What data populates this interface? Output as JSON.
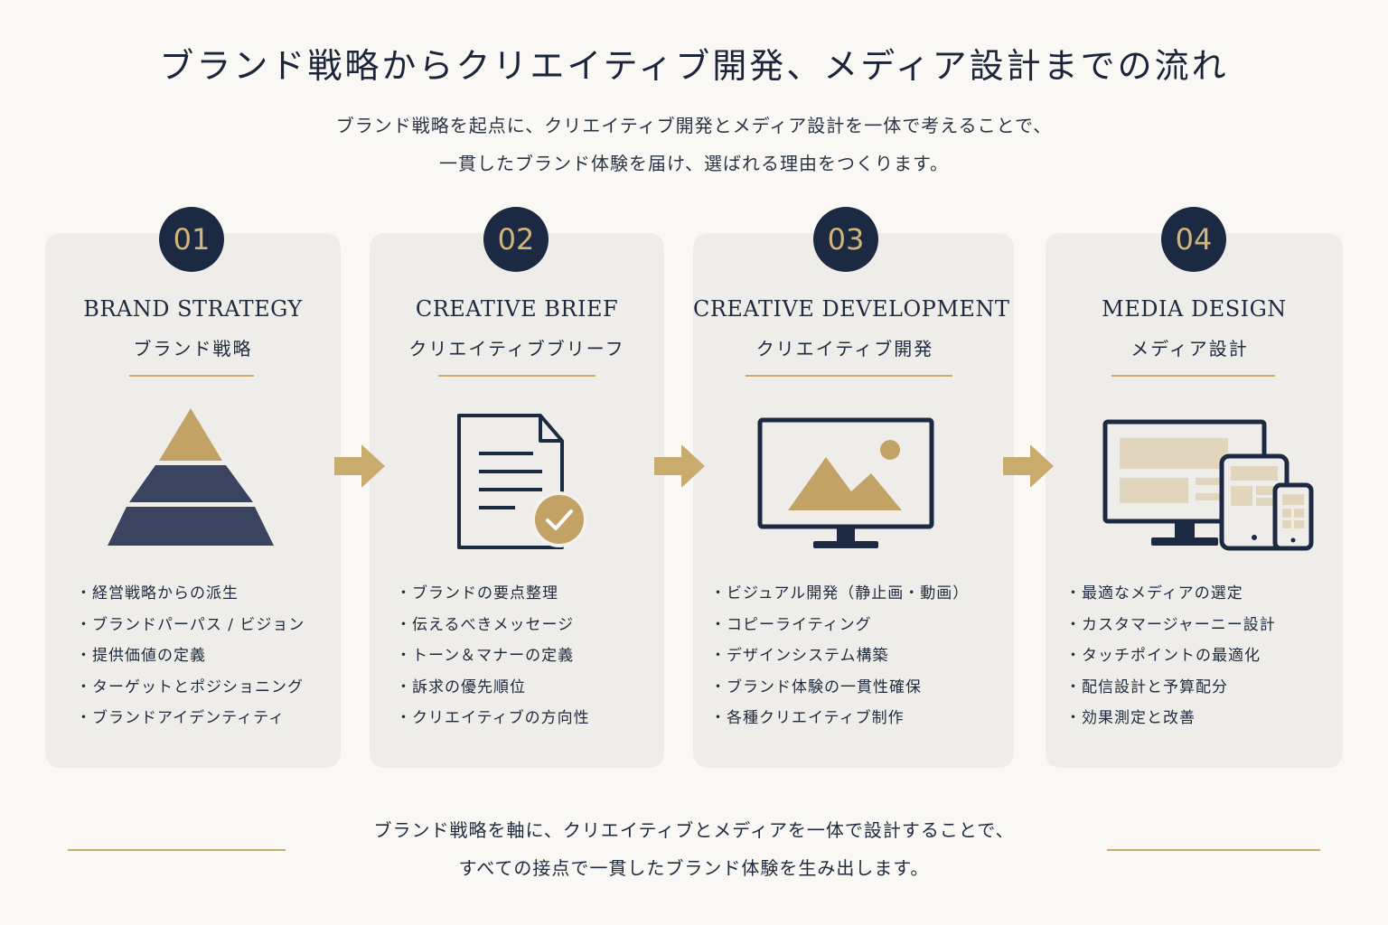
{
  "title": "ブランド戦略からクリエイティブ開発、メディア設計までの流れ",
  "subtitle": [
    "ブランド戦略を起点に、クリエイティブ開発とメディア設計を一体で考えることで、",
    "一貫したブランド体験を届け、選ばれる理由をつくります。"
  ],
  "steps": [
    {
      "number": "01",
      "title_en": "BRAND STRATEGY",
      "title_ja": "ブランド戦略",
      "icon": "pyramid-icon",
      "items": [
        "経営戦略からの派生",
        "ブランドパーパス / ビジョン",
        "提供価値の定義",
        "ターゲットとポジショニング",
        "ブランドアイデンティティ"
      ]
    },
    {
      "number": "02",
      "title_en": "CREATIVE BRIEF",
      "title_ja": "クリエイティブブリーフ",
      "icon": "document-check-icon",
      "items": [
        "ブランドの要点整理",
        "伝えるべきメッセージ",
        "トーン＆マナーの定義",
        "訴求の優先順位",
        "クリエイティブの方向性"
      ]
    },
    {
      "number": "03",
      "title_en": "CREATIVE DEVELOPMENT",
      "title_ja": "クリエイティブ開発",
      "icon": "monitor-image-icon",
      "items": [
        "ビジュアル開発（静止画・動画）",
        "コピーライティング",
        "デザインシステム構築",
        "ブランド体験の一貫性確保",
        "各種クリエイティブ制作"
      ]
    },
    {
      "number": "04",
      "title_en": "MEDIA DESIGN",
      "title_ja": "メディア設計",
      "icon": "multi-device-icon",
      "items": [
        "最適なメディアの選定",
        "カスタマージャーニー設計",
        "タッチポイントの最適化",
        "配信設計と予算配分",
        "効果測定と改善"
      ]
    }
  ],
  "footer": [
    "ブランド戦略を軸に、クリエイティブとメディアを一体で設計することで、",
    "すべての接点で一貫したブランド体験を生み出します。"
  ],
  "colors": {
    "navy": "#1c2942",
    "gold": "#c9ab6e",
    "card": "#efedea",
    "background": "#f9f8f5"
  }
}
